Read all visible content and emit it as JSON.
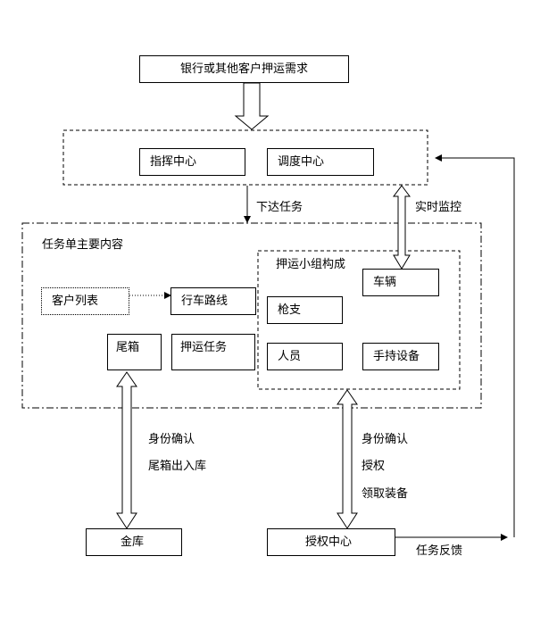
{
  "nodes": {
    "top_request": "银行或其他客户押运需求",
    "command_center": "指挥中心",
    "dispatch_center": "调度中心",
    "task_content_title": "任务单主要内容",
    "customer_list": "客户列表",
    "route": "行车路线",
    "tail_box": "尾箱",
    "escort_task": "押运任务",
    "team_title": "押运小组构成",
    "vehicle": "车辆",
    "gun": "枪支",
    "personnel": "人员",
    "handheld": "手持设备",
    "vault": "金库",
    "auth_center": "授权中心"
  },
  "edges": {
    "issue_task": "下达任务",
    "realtime_monitor": "实时监控",
    "identity_confirm_left": "身份确认",
    "tailbox_in_out": "尾箱出入库",
    "identity_confirm_right": "身份确认",
    "authorize": "授权",
    "receive_equipment": "领取装备",
    "task_feedback": "任务反馈"
  }
}
